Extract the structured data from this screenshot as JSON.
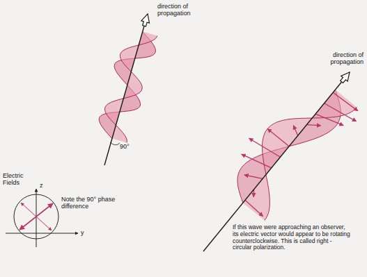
{
  "diagram": {
    "labels": [
      "direction of propagation",
      "direction of propagation",
      "90°",
      "Electric Fields",
      "z",
      "Note the 90° phase difference",
      "y",
      "If this wave were approaching an observer, its electric vector would appear to be rotating counterclockwise. This is called right - circular polarization."
    ]
  }
}
